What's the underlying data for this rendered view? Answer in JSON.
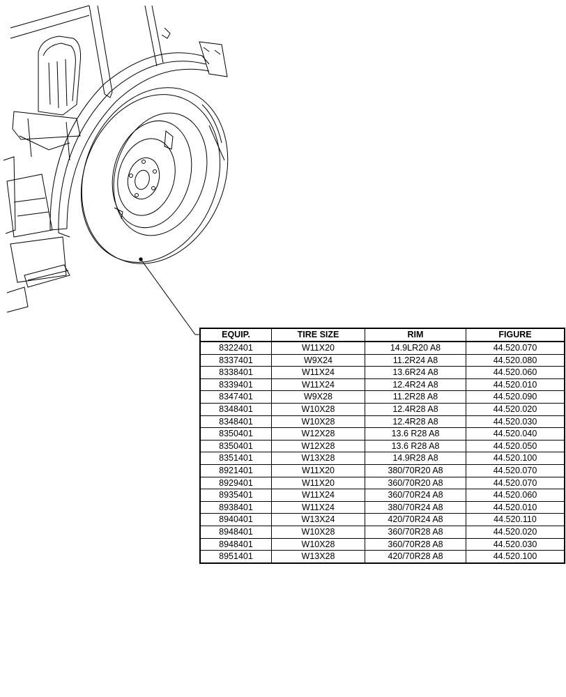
{
  "table": {
    "headers": [
      "EQUIP.",
      "TIRE SIZE",
      "RIM",
      "FIGURE"
    ],
    "rows": [
      [
        "8322401",
        "W11X20",
        "14.9LR20 A8",
        "44.520.070"
      ],
      [
        "8337401",
        "W9X24",
        "11.2R24 A8",
        "44.520.080"
      ],
      [
        "8338401",
        "W11X24",
        "13.6R24 A8",
        "44.520.060"
      ],
      [
        "8339401",
        "W11X24",
        "12.4R24 A8",
        "44.520.010"
      ],
      [
        "8347401",
        "W9X28",
        "11.2R28 A8",
        "44.520.090"
      ],
      [
        "8348401",
        "W10X28",
        "12.4R28 A8",
        "44.520.020"
      ],
      [
        "8348401",
        "W10X28",
        "12.4R28 A8",
        "44.520.030"
      ],
      [
        "8350401",
        "W12X28",
        "13.6 R28 A8",
        "44.520.040"
      ],
      [
        "8350401",
        "W12X28",
        "13.6 R28 A8",
        "44.520.050"
      ],
      [
        "8351401",
        "W13X28",
        "14.9R28 A8",
        "44.520.100"
      ],
      [
        "8921401",
        "W11X20",
        "380/70R20 A8",
        "44.520.070"
      ],
      [
        "8929401",
        "W11X20",
        "360/70R20 A8",
        "44.520.070"
      ],
      [
        "8935401",
        "W11X24",
        "360/70R24 A8",
        "44.520.060"
      ],
      [
        "8938401",
        "W11X24",
        "380/70R24 A8",
        "44.520.010"
      ],
      [
        "8940401",
        "W13X24",
        "420/70R24 A8",
        "44.520.110"
      ],
      [
        "8948401",
        "W10X28",
        "360/70R28 A8",
        "44.520.020"
      ],
      [
        "8948401",
        "W10X28",
        "360/70R28 A8",
        "44.520.030"
      ],
      [
        "8951401",
        "W13X28",
        "420/70R28 A8",
        "44.520.100"
      ]
    ]
  },
  "colors": {
    "line": "#000000",
    "background": "#ffffff"
  }
}
